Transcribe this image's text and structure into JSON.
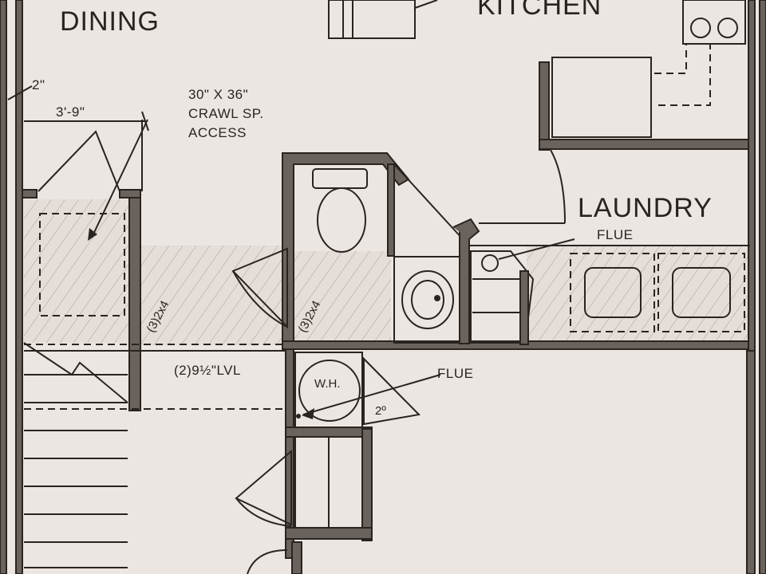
{
  "rooms": {
    "dining": "DINING",
    "kitchen": "KITCHEN",
    "laundry": "LAUNDRY"
  },
  "notes": {
    "dim_2in": "2\"",
    "dim_3_9": "3'-9\"",
    "crawl_line1": "30\" X 36\"",
    "crawl_line2": "CRAWL SP.",
    "crawl_line3": "ACCESS",
    "flue_laundry": "FLUE",
    "flue_wh": "FLUE",
    "stud_left": "(3)2x4",
    "stud_right": "(3)2x4",
    "beam": "(2)9½\"LVL",
    "water_heater": "W.H.",
    "wh_size": "2º"
  },
  "colors": {
    "paper": "#ece6e2",
    "ink": "#2a2420",
    "wall_fill": "#6a625c"
  }
}
